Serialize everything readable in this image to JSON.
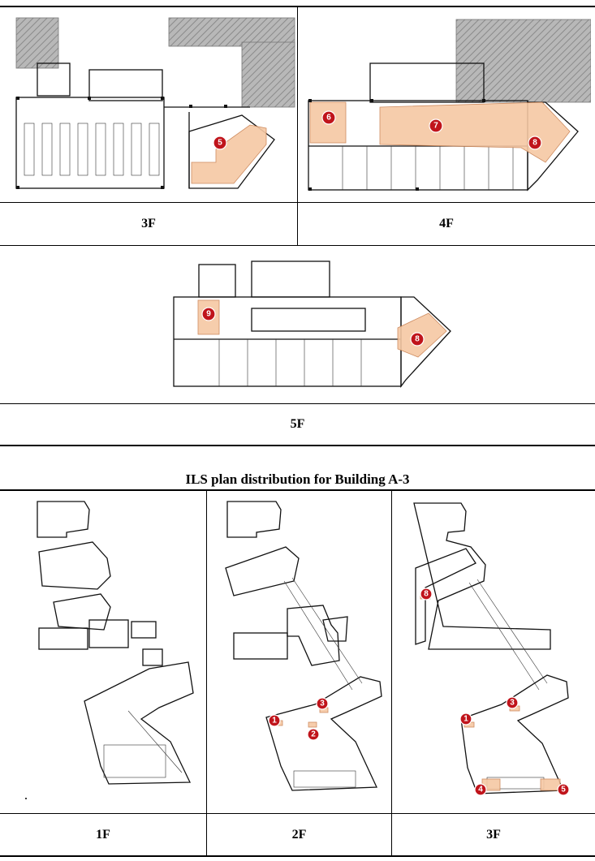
{
  "top_table": {
    "left_label": "3F",
    "right_label": "4F",
    "bottom_label": "5F"
  },
  "building_a3": {
    "caption": "ILS plan distribution for Building A-3",
    "labels": [
      "1F",
      "2F",
      "3F"
    ]
  },
  "markers": {
    "plan_3f_top": [
      "5"
    ],
    "plan_4f_top": [
      "6",
      "7",
      "8"
    ],
    "plan_5f_top": [
      "9",
      "8"
    ],
    "plan_2f_a3": [
      "1",
      "2",
      "3"
    ],
    "plan_3f_a3": [
      "8",
      "1",
      "3",
      "4",
      "5"
    ]
  },
  "colors": {
    "highlight_zone": "#f6c8a4",
    "marker": "#c0141b",
    "hatch": "#9a9a9a"
  }
}
